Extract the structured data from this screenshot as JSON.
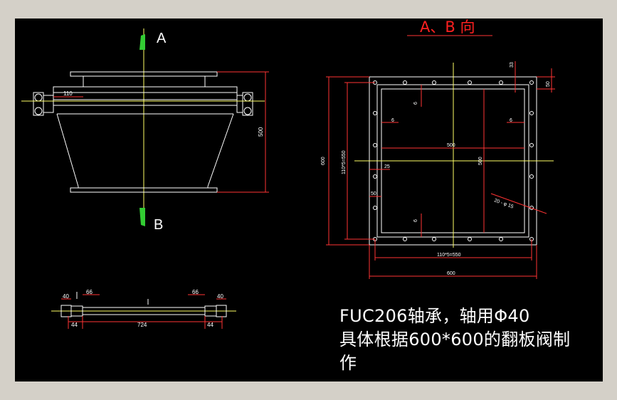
{
  "drawing": {
    "section_marks": {
      "top": "A",
      "bottom": "B"
    },
    "view_title": "A、B 向",
    "side_view": {
      "dim_flange_width": "110",
      "dim_height": "500"
    },
    "plan_view": {
      "dim_top_edge": "33",
      "dim_top_flange": "50",
      "dim_left_total": "600",
      "dim_left_bolt": "110*5=550",
      "dim_inner_width": "500",
      "dim_inner_height": "500",
      "dim_bottom_bolt": "110*5=550",
      "dim_bottom_total": "600",
      "dim_gap_6a": "6",
      "dim_gap_6b": "6",
      "dim_gap_6c": "6",
      "dim_gap_6d": "6",
      "dim_offset_25": "25",
      "dim_offset_50": "50",
      "hole_callout": "20 - φ 15"
    },
    "shaft_view": {
      "dim_left_40": "40",
      "dim_left_66": "66",
      "dim_right_66": "66",
      "dim_right_40": "40",
      "dim_left_44": "44",
      "dim_overall": "724",
      "dim_right_44": "44"
    },
    "note_lines": [
      "FUC206轴承，轴用Φ40",
      "具体根据600*600的翻板阀制",
      "作"
    ]
  }
}
